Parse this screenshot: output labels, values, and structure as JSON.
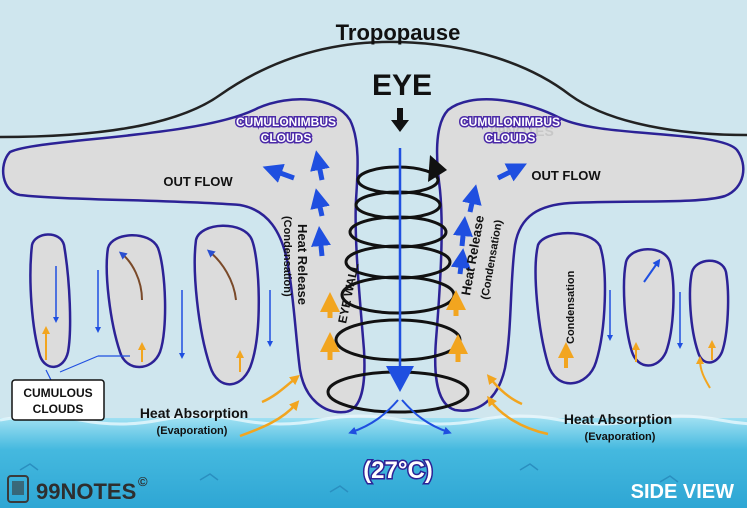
{
  "labels": {
    "tropopause": "Tropopause",
    "eye": "EYE",
    "cumulonimbus_left_1": "CUMULONIMBUS",
    "cumulonimbus_left_2": "CLOUDS",
    "cumulonimbus_right_1": "CUMULONIMBUS",
    "cumulonimbus_right_2": "CLOUDS",
    "outflow_left": "OUT FLOW",
    "outflow_right": "OUT FLOW",
    "heat_release_left": "Heat Release",
    "condensation_left": "(Condensation)",
    "heat_release_right": "Heat Release",
    "condensation_right": "(Condensation)",
    "eye_wall": "EYE WALL",
    "condensation_cloud": "Condensation",
    "cumulous_1": "CUMULOUS",
    "cumulous_2": "CLOUDS",
    "heat_absorption_left": "Heat Absorption",
    "evaporation_left": "(Evaporation)",
    "heat_absorption_right": "Heat Absorption",
    "evaporation_right": "(Evaporation)",
    "sea_temp": "(27°C)",
    "brand": "99NOTES",
    "copyright": "©",
    "side_view": "SIDE VIEW"
  },
  "colors": {
    "sky": "#cfe6ee",
    "cloud_fill": "#dcdcdc",
    "cloud_outline": "#2c2296",
    "label_purple": "#4b2aa8",
    "arrow_blue": "#1f4fe0",
    "arrow_orange": "#f2a51f",
    "sea": "#3fb6de",
    "sea_light": "#7fd3ee"
  }
}
